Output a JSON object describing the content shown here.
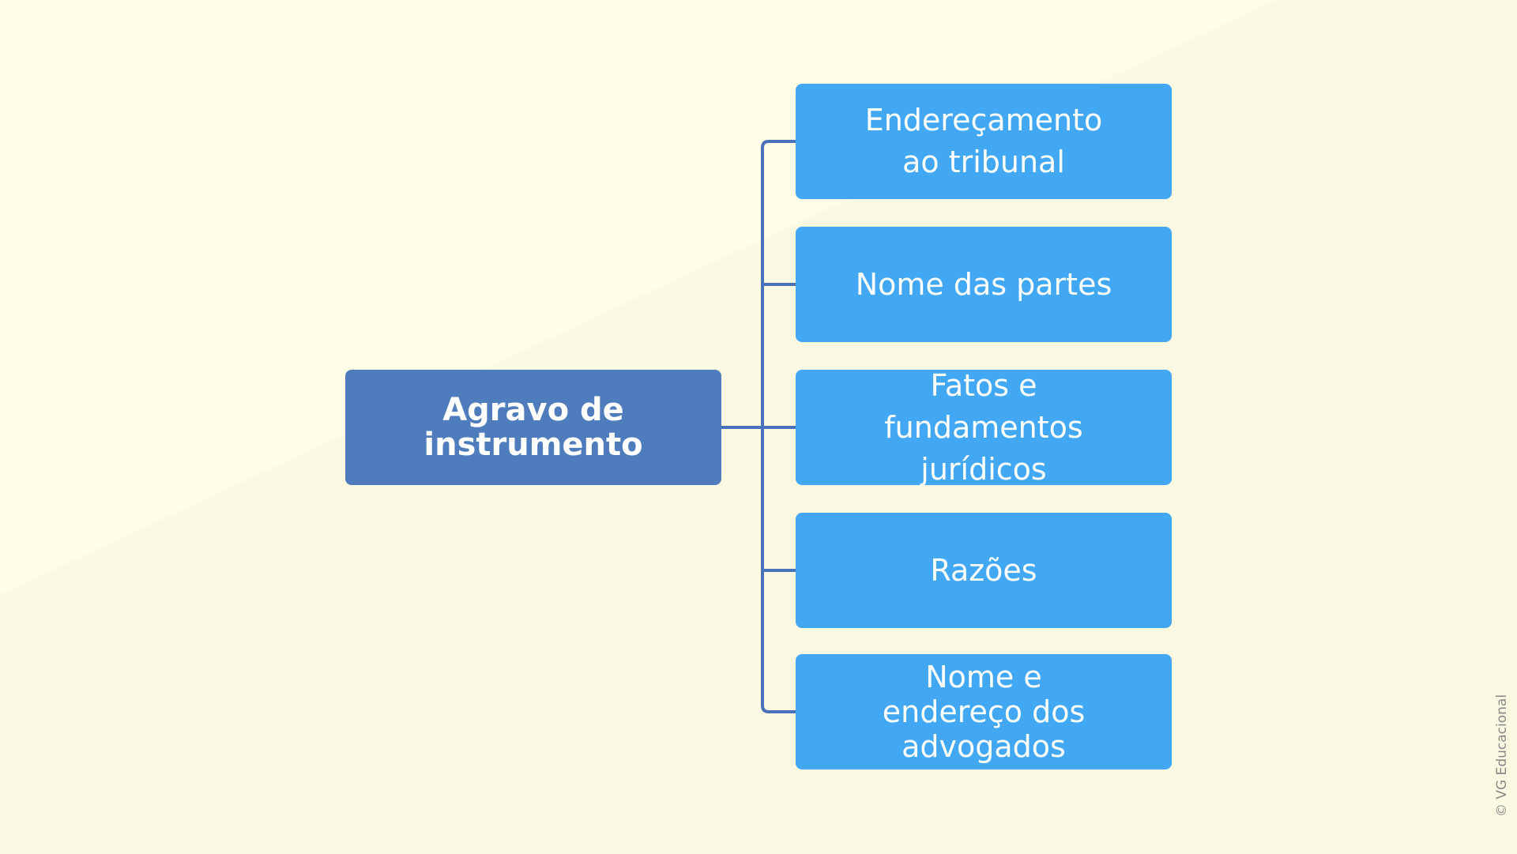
{
  "diagram": {
    "root": {
      "line1": "Agravo de",
      "line2": "instrumento"
    },
    "children": [
      {
        "label": "Endereçamento ao tribunal"
      },
      {
        "label": "Nome das partes"
      },
      {
        "label": "Fatos e fundamentos jurídicos"
      },
      {
        "label": "Razões"
      },
      {
        "label": "Nome e endereço dos advogados"
      }
    ]
  },
  "colors": {
    "background": "#FDFDE8",
    "root_box": "#4E7CBC",
    "child_box": "#42A8F4",
    "connector": "#4A72B8",
    "text": "#FFFFFF"
  },
  "credit": "© VG Educacional"
}
